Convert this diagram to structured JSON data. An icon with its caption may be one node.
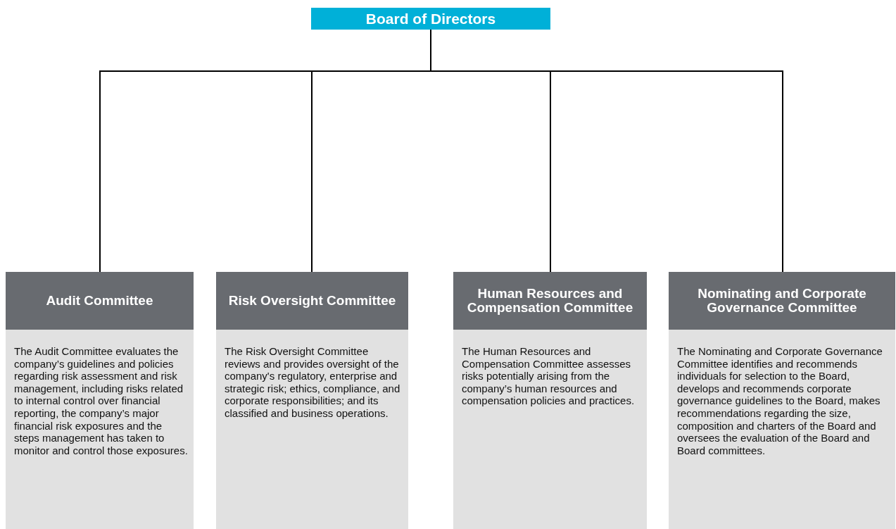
{
  "diagram": {
    "nodes": [
      {
        "text": [
          "Board of Directors"
        ]
      },
      {
        "text": [
          "Audit Committee",
          "The Audit Committee evaluates the company’s guidelines and policies regarding risk assessment and risk management, including risks related to internal control over financial reporting, the company’s major financial risk exposures and the steps management has taken to monitor and control those exposures."
        ]
      },
      {
        "text": [
          "Risk Oversight Committee",
          "The Risk Oversight Committee reviews and provides oversight of the company's regulatory, enterprise and strategic risk; ethics, compliance, and corporate responsibilities; and its classified and business operations."
        ]
      },
      {
        "text": [
          "Human Resources and Compensation Committee",
          "The Human Resources and Compensation Committee assesses risks potentially arising from the company’s human resources and compensation policies and practices."
        ]
      },
      {
        "text": [
          "Nominating and Corporate Governance Committee",
          "The Nominating and Corporate Governance Committee identifies and recommends individuals for selection to the Board, develops and recommends corporate governance guidelines to the Board, makes recommendations regarding the size, composition and charters of the Board and oversees the evaluation of the Board and Board committees."
        ]
      }
    ],
    "edges": [
      {
        "from": 0,
        "to": 1,
        "arrow": "none"
      },
      {
        "from": 0,
        "to": 2,
        "arrow": "none"
      },
      {
        "from": 0,
        "to": 3,
        "arrow": "none"
      },
      {
        "from": 0,
        "to": 4,
        "arrow": "none"
      }
    ]
  }
}
